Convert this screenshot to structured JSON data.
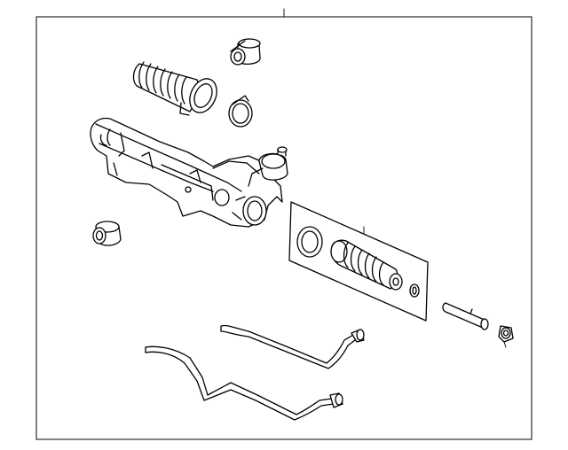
{
  "diagram": {
    "parts": [
      {
        "name": "steering-gear-assembly"
      },
      {
        "name": "mount-bushing-upper"
      },
      {
        "name": "rack-boot-left"
      },
      {
        "name": "boot-clamp-ring"
      },
      {
        "name": "mount-bushing-lower"
      },
      {
        "name": "boot-kit"
      },
      {
        "name": "inner-tie-rod"
      },
      {
        "name": "tie-rod-end"
      },
      {
        "name": "pressure-line-upper"
      },
      {
        "name": "return-line-lower"
      }
    ]
  }
}
